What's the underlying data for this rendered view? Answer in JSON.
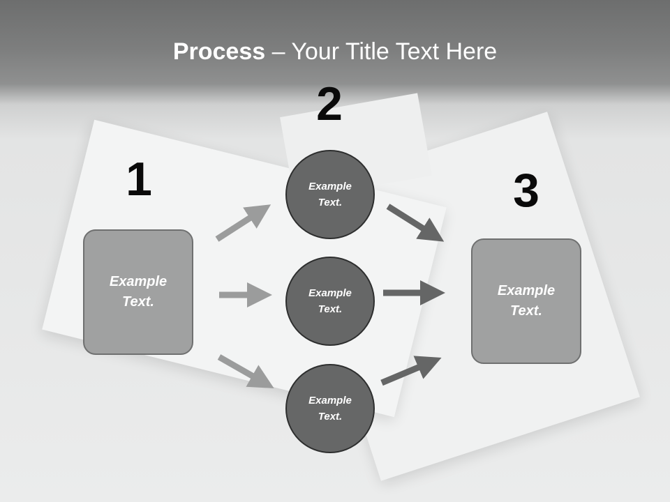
{
  "title": {
    "bold": "Process",
    "rest": " – Your Title Text Here"
  },
  "steps": [
    {
      "number": "1",
      "label": "Example Text."
    },
    {
      "number": "2",
      "labels": [
        "Example Text.",
        "Example Text.",
        "Example Text."
      ]
    },
    {
      "number": "3",
      "label": "Example Text."
    }
  ],
  "colors": {
    "light_arrow": "#9b9c9c",
    "dark_arrow": "#656666",
    "box_fill": "#a0a1a1",
    "circle_fill": "#666767"
  }
}
